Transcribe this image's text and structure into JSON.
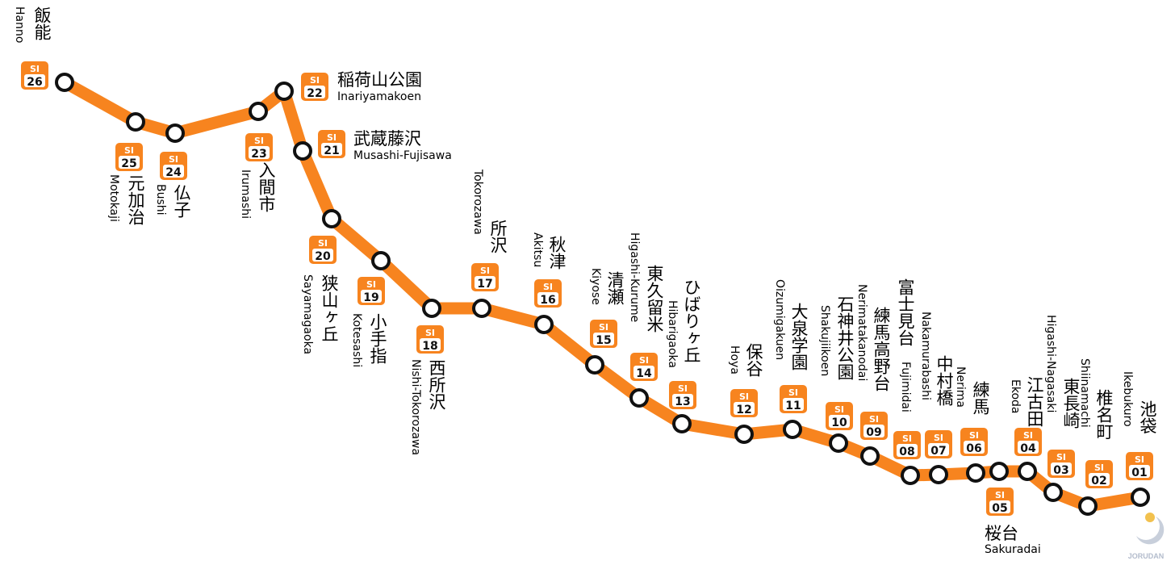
{
  "map": {
    "line_color": "#F7841F",
    "station_fill": "#FFFFFF",
    "station_stroke": "#111111",
    "badge_prefix": "SI",
    "watermark": "JORUDAN",
    "watermark_color": "#b3bccc"
  },
  "stations": [
    {
      "code": "26",
      "ja": "飯能",
      "en": "Hanno"
    },
    {
      "code": "25",
      "ja": "元加治",
      "en": "Motokaji"
    },
    {
      "code": "24",
      "ja": "仏子",
      "en": "Bushi"
    },
    {
      "code": "23",
      "ja": "入間市",
      "en": "Irumashi"
    },
    {
      "code": "22",
      "ja": "稲荷山公園",
      "en": "Inariyamakoen"
    },
    {
      "code": "21",
      "ja": "武蔵藤沢",
      "en": "Musashi-Fujisawa"
    },
    {
      "code": "20",
      "ja": "狭山ヶ丘",
      "en": "Sayamagaoka"
    },
    {
      "code": "19",
      "ja": "小手指",
      "en": "Kotesashi"
    },
    {
      "code": "18",
      "ja": "西所沢",
      "en": "Nishi-Tokorozawa"
    },
    {
      "code": "17",
      "ja": "所沢",
      "en": "Tokorozawa"
    },
    {
      "code": "16",
      "ja": "秋津",
      "en": "Akitsu"
    },
    {
      "code": "15",
      "ja": "清瀬",
      "en": "Kiyose"
    },
    {
      "code": "14",
      "ja": "東久留米",
      "en": "Higashi-Kurume"
    },
    {
      "code": "13",
      "ja": "ひばりヶ丘",
      "en": "Hibarigaoka"
    },
    {
      "code": "12",
      "ja": "保谷",
      "en": "Hoya"
    },
    {
      "code": "11",
      "ja": "大泉学園",
      "en": "Oizumigakuen"
    },
    {
      "code": "10",
      "ja": "石神井公園",
      "en": "Shakujiikoen"
    },
    {
      "code": "09",
      "ja": "練馬高野台",
      "en": "Nerimatakanodai"
    },
    {
      "code": "08",
      "ja": "富士見台",
      "en": "Fujimidai"
    },
    {
      "code": "07",
      "ja": "中村橋",
      "en": "Nakamurabashi"
    },
    {
      "code": "06",
      "ja": "練馬",
      "en": "Nerima"
    },
    {
      "code": "05",
      "ja": "桜台",
      "en": "Sakuradai"
    },
    {
      "code": "04",
      "ja": "江古田",
      "en": "Ekoda"
    },
    {
      "code": "03",
      "ja": "東長崎",
      "en": "Higashi-Nagasaki"
    },
    {
      "code": "02",
      "ja": "椎名町",
      "en": "Shiinamachi"
    },
    {
      "code": "01",
      "ja": "池袋",
      "en": "Ikebukuro"
    }
  ]
}
